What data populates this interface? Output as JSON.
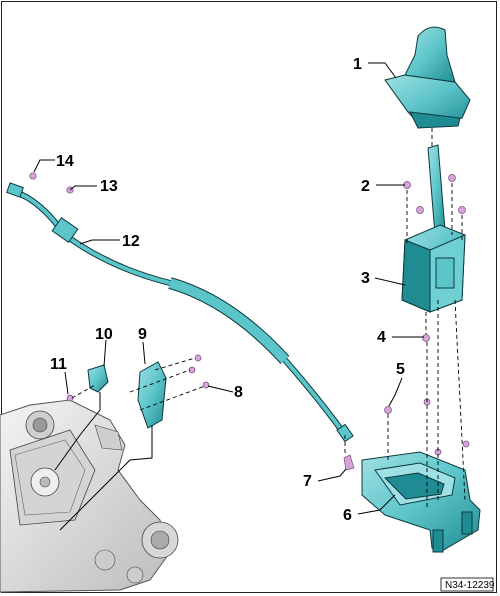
{
  "diagram_id": "N34-12239",
  "colors": {
    "part_fill": "#5cc5c9",
    "part_dark": "#1f8c93",
    "part_light": "#9fe0e3",
    "fastener": "#d7a3d8",
    "housing": "#e6e6e6"
  },
  "callouts": [
    {
      "label": "1"
    },
    {
      "label": "2"
    },
    {
      "label": "3"
    },
    {
      "label": "4"
    },
    {
      "label": "5"
    },
    {
      "label": "6"
    },
    {
      "label": "7"
    },
    {
      "label": "8"
    },
    {
      "label": "9"
    },
    {
      "label": "10"
    },
    {
      "label": "11"
    },
    {
      "label": "12"
    },
    {
      "label": "13"
    },
    {
      "label": "14"
    }
  ]
}
